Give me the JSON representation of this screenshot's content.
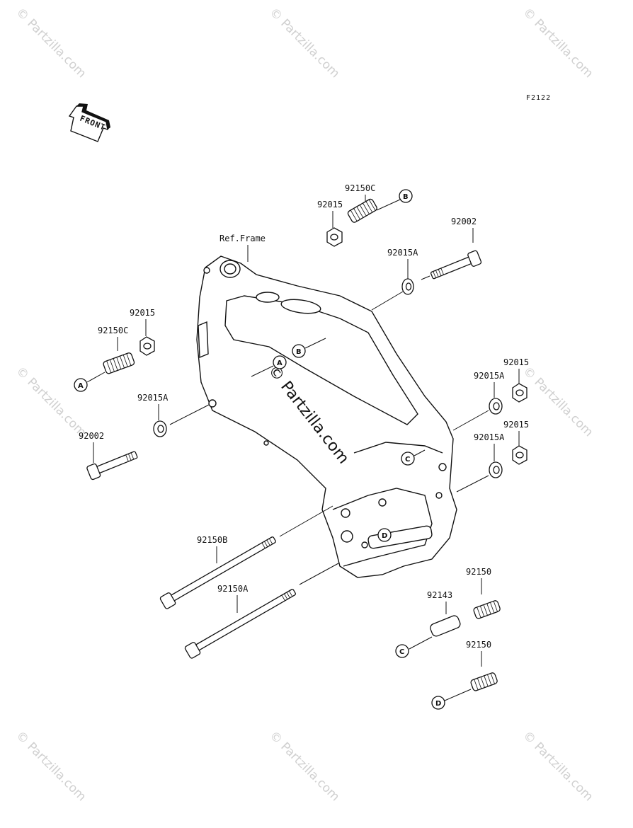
{
  "figure_code": "F2122",
  "front_label": "FRONT",
  "ref_frame": "Ref.Frame",
  "watermark": "© Partzilla.com",
  "parts": [
    {
      "id": "p-92150C-top",
      "label": "92150C"
    },
    {
      "id": "p-92015-top",
      "label": "92015"
    },
    {
      "id": "p-92002-top",
      "label": "92002"
    },
    {
      "id": "p-92015A-top",
      "label": "92015A"
    },
    {
      "id": "p-92015-left",
      "label": "92015"
    },
    {
      "id": "p-92150C-left",
      "label": "92150C"
    },
    {
      "id": "p-92015A-left",
      "label": "92015A"
    },
    {
      "id": "p-92002-left",
      "label": "92002"
    },
    {
      "id": "p-92015-right1",
      "label": "92015"
    },
    {
      "id": "p-92015A-right1",
      "label": "92015A"
    },
    {
      "id": "p-92015-right2",
      "label": "92015"
    },
    {
      "id": "p-92015A-right2",
      "label": "92015A"
    },
    {
      "id": "p-92150B",
      "label": "92150B"
    },
    {
      "id": "p-92150A",
      "label": "92150A"
    },
    {
      "id": "p-92150-1",
      "label": "92150"
    },
    {
      "id": "p-92143",
      "label": "92143"
    },
    {
      "id": "p-92150-2",
      "label": "92150"
    }
  ],
  "callouts": {
    "A": "A",
    "B": "B",
    "C": "C",
    "D": "D"
  }
}
